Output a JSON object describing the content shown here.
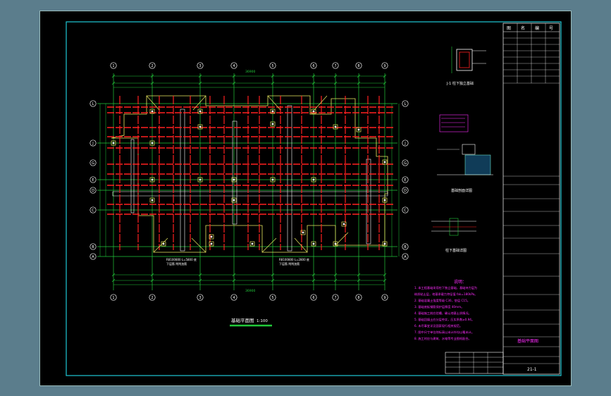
{
  "colors": {
    "background": "#5b7d8c",
    "sheet": "#000000",
    "frame": "#1ec8d6",
    "grid": "#22c93a",
    "beam": "#ff2020",
    "wall": "#e8e860",
    "notes": "#ff2cff",
    "text": "#ffffff",
    "title": "#ff2cff"
  },
  "plan": {
    "title": "基础平面图",
    "scale": "1:100",
    "top_axes": [
      "1",
      "2",
      "3",
      "4",
      "5",
      "6",
      "7",
      "8",
      "9"
    ],
    "bottom_axes": [
      "1",
      "2",
      "3",
      "4",
      "5",
      "6",
      "7",
      "8",
      "9"
    ],
    "left_axes": [
      "L",
      "J",
      "G",
      "E",
      "D",
      "C",
      "B",
      "A"
    ],
    "right_axes": [
      "L",
      "J",
      "G",
      "E",
      "D",
      "C",
      "B",
      "A"
    ],
    "overall_dim": "36900",
    "bottom_overall_dim": "36900",
    "note_left": "R8100800 L=5800 底\n 下层筋 附附加筋",
    "note_right": "R8100800 L=2800 底\n 下层筋 附附加筋"
  },
  "details": {
    "section_a": "J-1 柱下独立基础",
    "section_b": "基础剖面详图",
    "section_c": "柱下基础详图"
  },
  "notes": {
    "heading": "说明：",
    "lines": [
      "1. 本工程基础采用柱下独立基础，基础持力层为",
      "   粉质粘土层，地基承载力特征值 fak=180kPa。",
      "2. 基础混凝土强度等级 C30，垫层 C15。",
      "3. 基础底板钢筋保护层厚度 40mm。",
      "4. 基础施工前应验槽，确认地基土质情况。",
      "5. 基础回填土应分层夯实，压实系数≥0.94。",
      "6. 未尽事宜详见国家现行相关规范。",
      "7. 图中尺寸单位除标高以米计外均以毫米计。",
      "8. 施工时应与建筑、水电等专业图纸配合。"
    ]
  },
  "title_block": {
    "headers": [
      "图",
      "名",
      "编",
      "号"
    ],
    "drawing_name": "基础平面图",
    "drawing_no": "21-1"
  }
}
